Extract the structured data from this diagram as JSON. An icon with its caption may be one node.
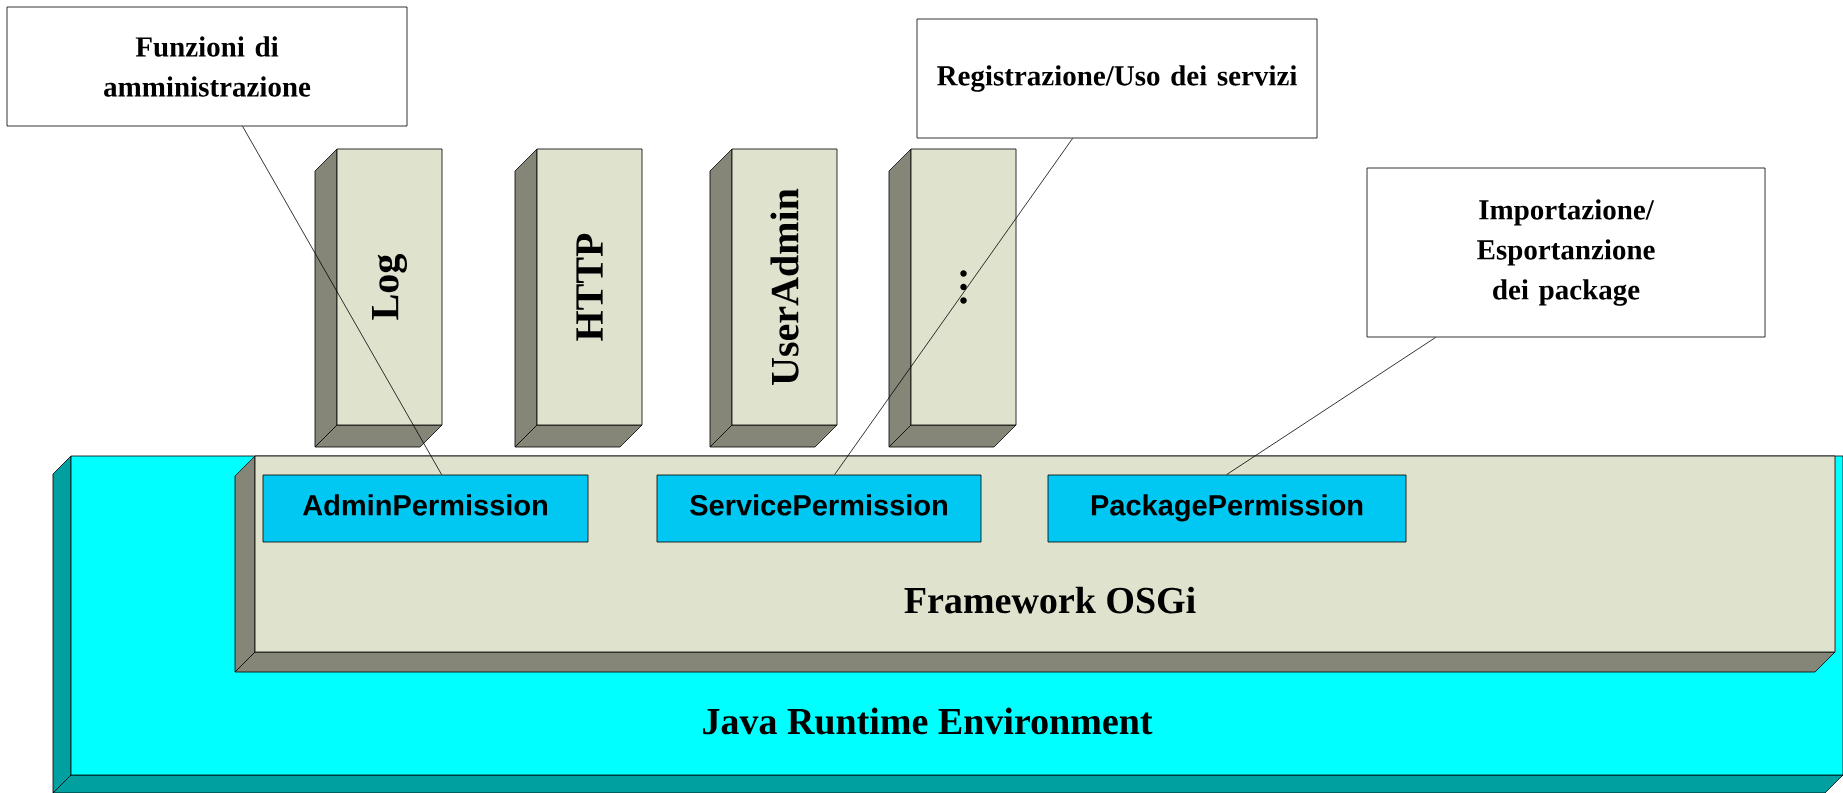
{
  "diagram": {
    "nodes": [
      {
        "text": [
          "Funzioni di amministrazione"
        ]
      },
      {
        "text": [
          "Registrazione/Uso dei servizi"
        ]
      },
      {
        "text": [
          "Importazione/ Esportanzione dei package"
        ]
      },
      {
        "text": [
          "Log"
        ]
      },
      {
        "text": [
          "HTTP"
        ]
      },
      {
        "text": [
          "UserAdmin"
        ]
      },
      {
        "text": [
          "…"
        ]
      },
      {
        "text": [
          "Java Runtime Environment"
        ]
      },
      {
        "text": [
          "Framework OSGi"
        ],
        "in": 7
      },
      {
        "text": [
          "AdminPermission"
        ],
        "in": 8
      },
      {
        "text": [
          "ServicePermission"
        ],
        "in": 8
      },
      {
        "text": [
          "PackagePermission"
        ],
        "in": 8
      }
    ],
    "edges": [
      {
        "from": 0,
        "to": 9,
        "arrow": "none"
      },
      {
        "from": 1,
        "to": 10,
        "arrow": "none"
      },
      {
        "from": 2,
        "to": 11,
        "arrow": "none"
      }
    ]
  }
}
